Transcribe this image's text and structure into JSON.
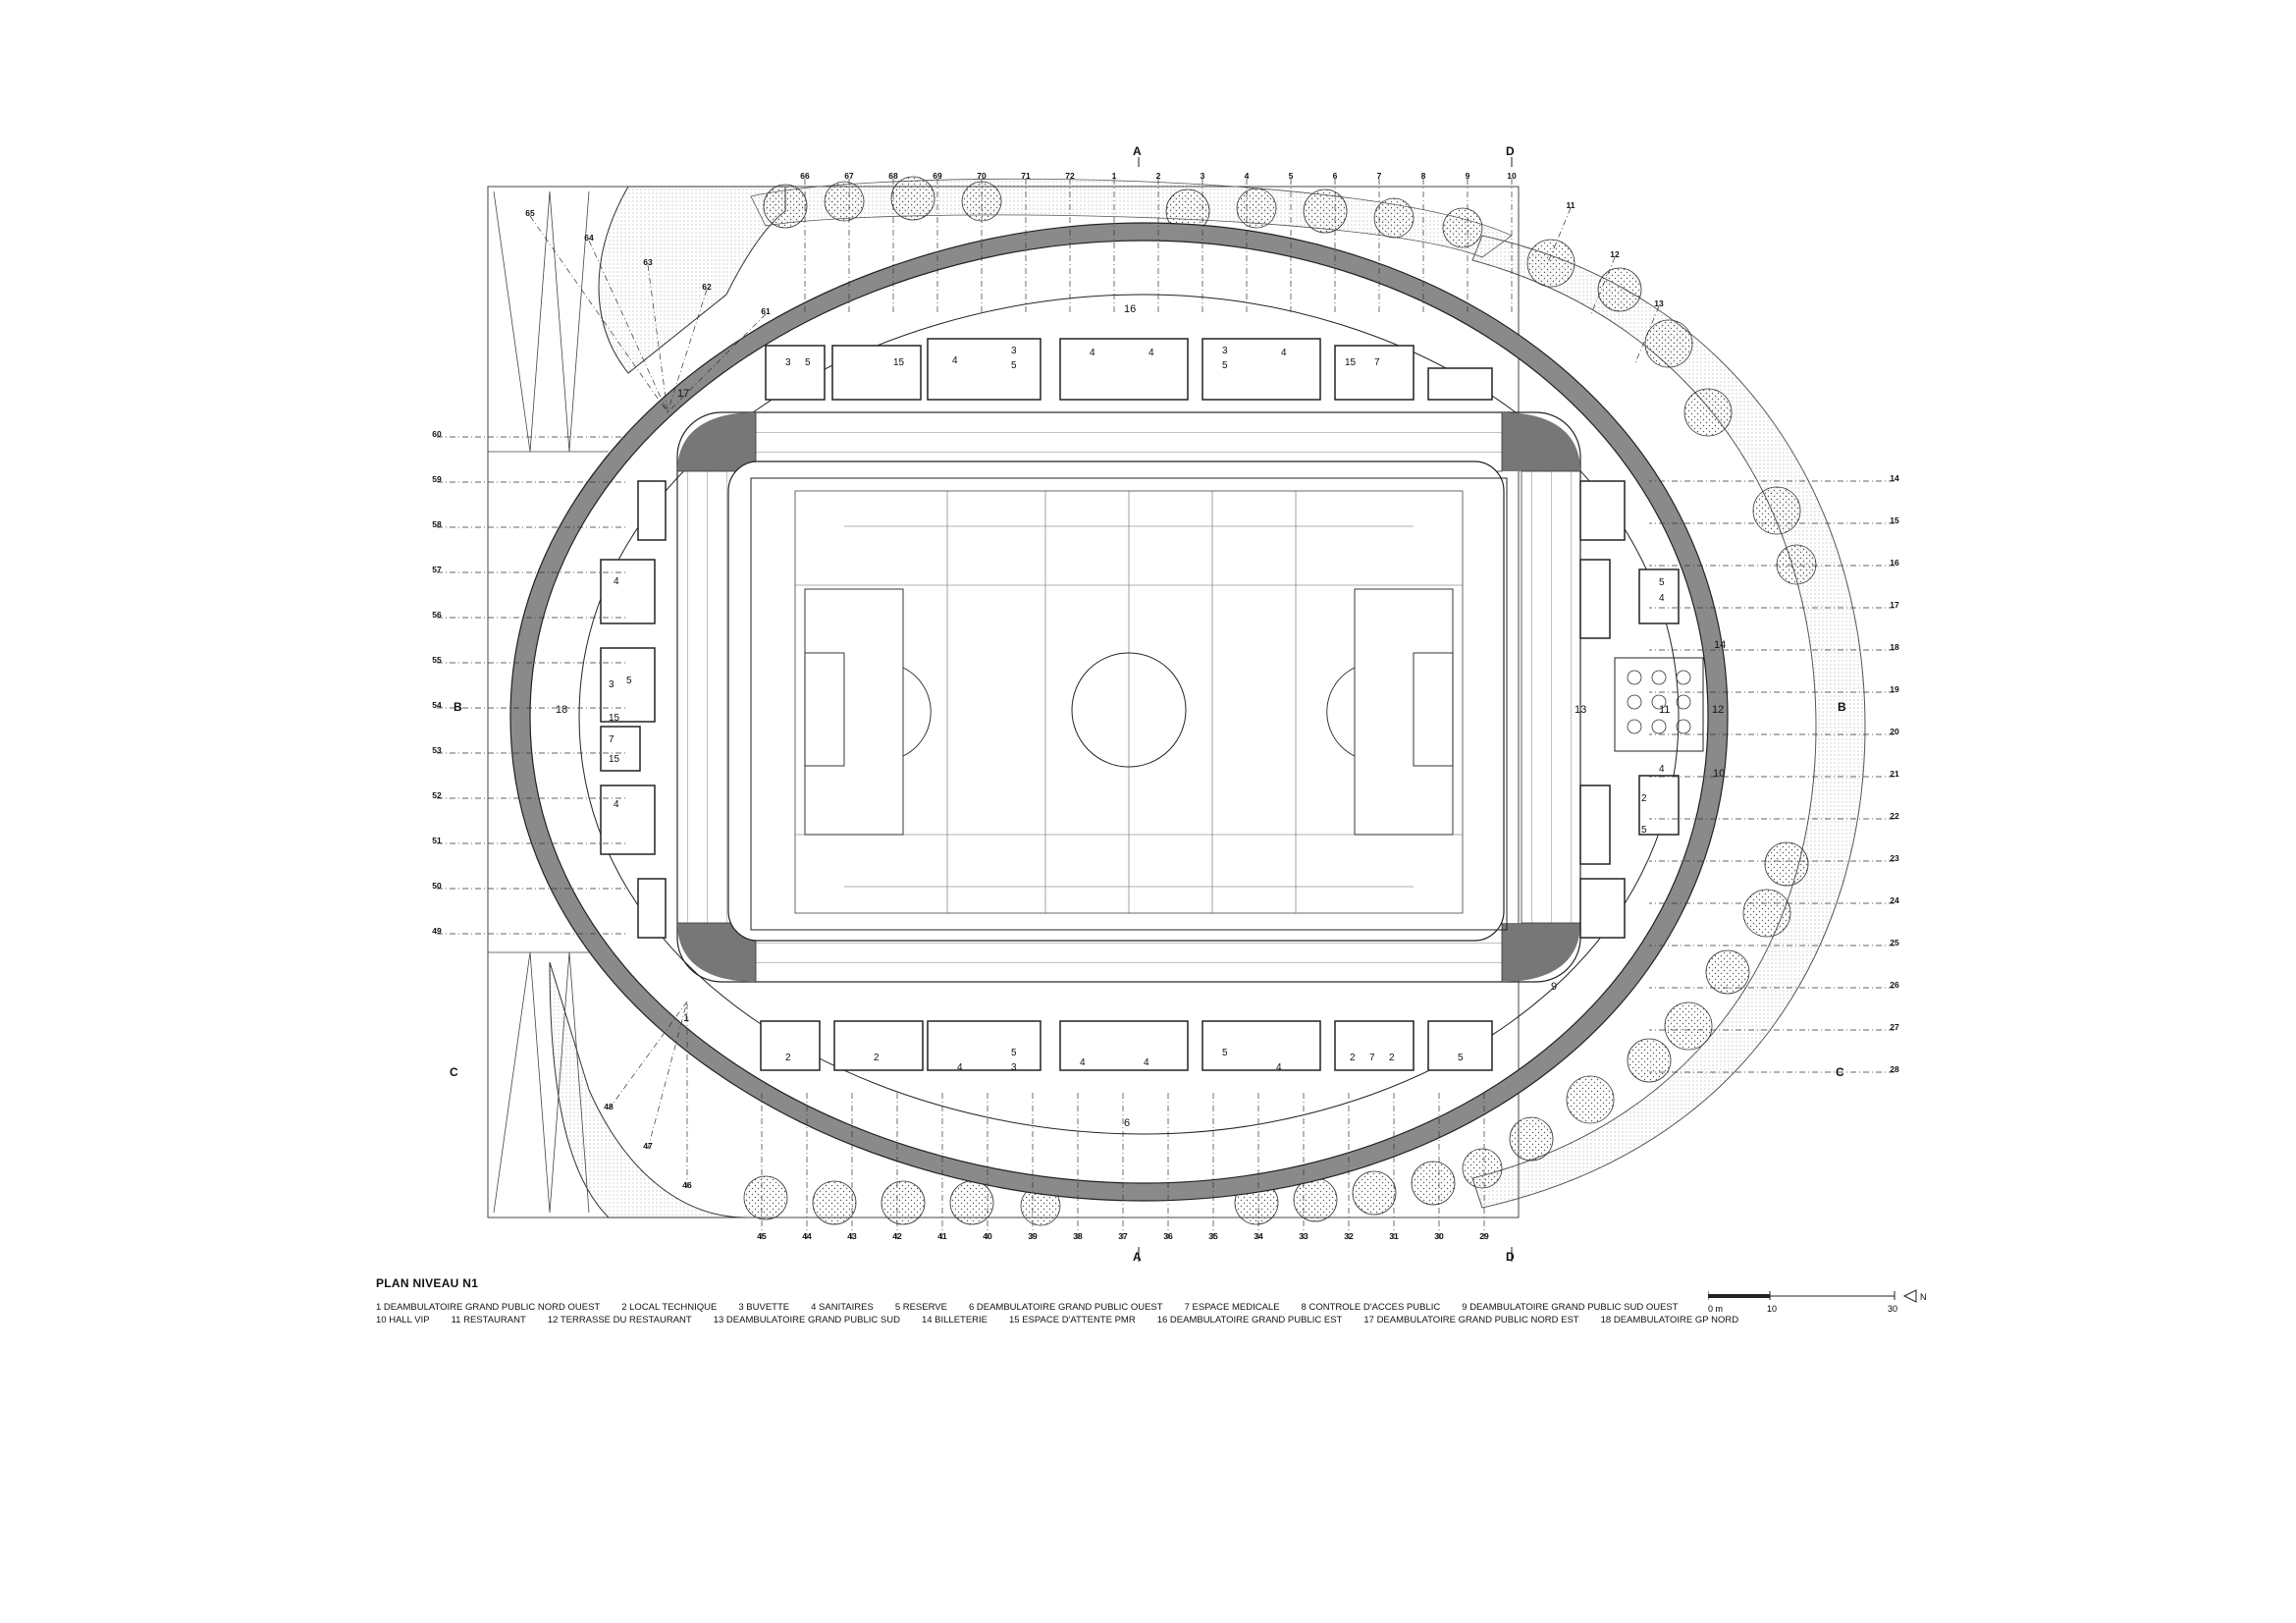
{
  "drawing": {
    "title": "PLAN NIVEAU N1",
    "legend": [
      "1 DEAMBULATOIRE GRAND PUBLIC NORD OUEST",
      "2 LOCAL TECHNIQUE",
      "3 BUVETTE",
      "4 SANITAIRES",
      "5 RESERVE",
      "6 DEAMBULATOIRE GRAND PUBLIC OUEST",
      "7 ESPACE MEDICALE",
      "8 CONTROLE D'ACCES PUBLIC",
      "9 DEAMBULATOIRE GRAND PUBLIC SUD OUEST",
      "10 HALL VIP",
      "11 RESTAURANT",
      "12 TERRASSE DU RESTAURANT",
      "13 DEAMBULATOIRE GRAND PUBLIC SUD",
      "14 BILLETERIE",
      "15 ESPACE D'ATTENTE PMR",
      "16 DEAMBULATOIRE GRAND PUBLIC EST",
      "17 DEAMBULATOIRE GRAND PUBLIC NORD EST",
      "18 DEAMBULATOIRE GP NORD"
    ],
    "scale": {
      "labels": [
        "0 m",
        "10",
        "30"
      ],
      "north": "N"
    },
    "sections": [
      "A",
      "B",
      "C",
      "D"
    ],
    "zones": [
      "16",
      "17",
      "18",
      "6",
      "1",
      "9",
      "13",
      "10",
      "11",
      "12",
      "14"
    ],
    "grid_top": [
      "66",
      "67",
      "68",
      "69",
      "70",
      "71",
      "72",
      "1",
      "2",
      "3",
      "4",
      "5",
      "6",
      "7",
      "8",
      "9",
      "10",
      "11",
      "12",
      "13"
    ],
    "grid_right": [
      "14",
      "15",
      "16",
      "17",
      "18",
      "19",
      "20",
      "21",
      "22",
      "23",
      "24",
      "25",
      "26",
      "27",
      "28"
    ],
    "grid_bottom": [
      "45",
      "44",
      "43",
      "42",
      "41",
      "40",
      "39",
      "38",
      "37",
      "36",
      "35",
      "34",
      "33",
      "32",
      "31",
      "30",
      "29"
    ],
    "grid_left": [
      "65",
      "64",
      "63",
      "62",
      "61",
      "60",
      "59",
      "58",
      "57",
      "56",
      "55",
      "54",
      "53",
      "52",
      "51",
      "50",
      "49",
      "48",
      "47",
      "46"
    ],
    "room_labels_top": [
      "3",
      "5",
      "15",
      "4",
      "3",
      "5",
      "4",
      "4",
      "3",
      "4",
      "5",
      "15",
      "7"
    ],
    "room_labels_bottom": [
      "2",
      "2",
      "4",
      "5",
      "3",
      "4",
      "4",
      "5",
      "4",
      "2",
      "7",
      "2",
      "5"
    ],
    "room_labels_left": [
      "4",
      "3",
      "5",
      "15",
      "7",
      "15",
      "4"
    ],
    "room_labels_right": [
      "5",
      "2",
      "5",
      "4",
      "4"
    ]
  }
}
